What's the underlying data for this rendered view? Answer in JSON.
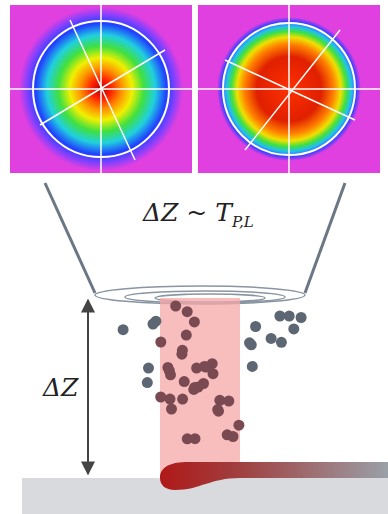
{
  "diagram": {
    "labels": [
      "ΔZ ~ T",
      "P,L",
      "ΔZ"
    ]
  }
}
